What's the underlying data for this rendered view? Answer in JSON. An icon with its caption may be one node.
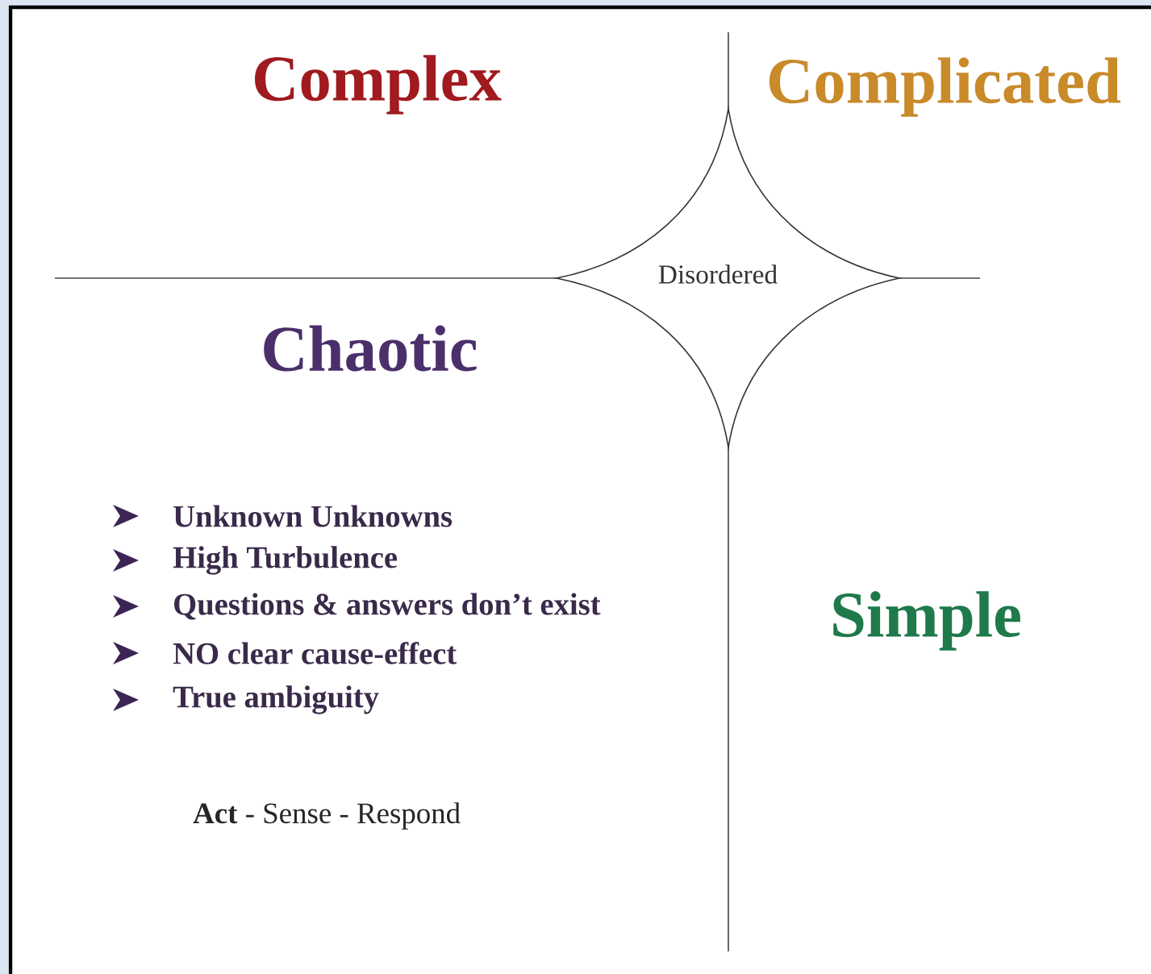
{
  "diagram": {
    "nodes": [
      {
        "text": [
          "Disordered"
        ]
      }
    ],
    "labels": [
      "Complex",
      "Complicated",
      "Chaotic",
      "Unknown Unknowns",
      "High Turbulence",
      "Questions & answers don’t exist",
      "NO clear cause-effect",
      "True ambiguity",
      "**Act** - Sense - Respond",
      "Simple"
    ]
  }
}
